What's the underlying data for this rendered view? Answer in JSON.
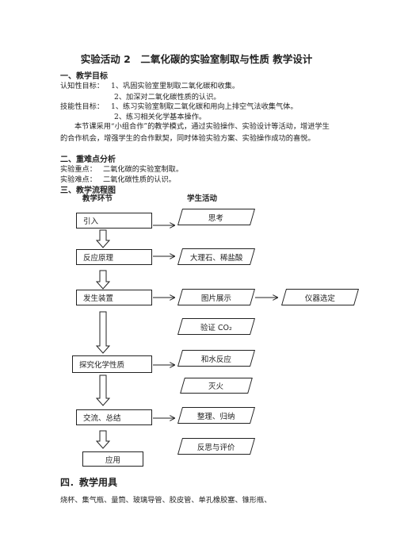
{
  "title": "实验活动 2　二氧化碳的实验室制取与性质 教学设计",
  "section1": {
    "heading": "一、教学目标",
    "cognitive_label": "认知性目标：",
    "cognitive_1": "1、巩固实验室里制取二氧化碳和收集。",
    "cognitive_2": "2、加深对二氧化碳性质的认识。",
    "skill_label": "技能性目标：",
    "skill_1": "1、练习实验室制取二氧化碳和用向上排空气法收集气体。",
    "skill_2": "2、练习相关化学基本操作。",
    "paragraph": "本节课采用“小组合作”的教学模式，通过实验操作、实验设计等活动，增进学生的合作机会，增强学生的合作默契，同时体验实验方案、实验操作成功的喜悦。"
  },
  "section2": {
    "heading": "二、重难点分析",
    "key_label": "实验重点：",
    "key_value": "二氧化碳的实验室制取。",
    "hard_label": "实验难点：",
    "hard_value": "二氧化碳性质的认识。"
  },
  "section3": {
    "heading": "三、教学流程图",
    "col_teacher": "教学环节",
    "col_student": "学生活动",
    "steps": [
      "引入",
      "反应原理",
      "发生装置",
      "探究化学性质",
      "交流、总结",
      "应用"
    ],
    "activities": [
      "思考",
      "大理石、稀盐酸",
      "图片展示",
      "验证 CO₂",
      "和水反应",
      "灭火",
      "整理、归纳",
      "反思与评价"
    ],
    "side_box": "仪器选定"
  },
  "section4": {
    "heading": "四．教学用具",
    "tools": "烧杯、集气瓶、量筒、玻璃导管、胶皮管、单孔橡胶塞、锥形瓶、"
  }
}
